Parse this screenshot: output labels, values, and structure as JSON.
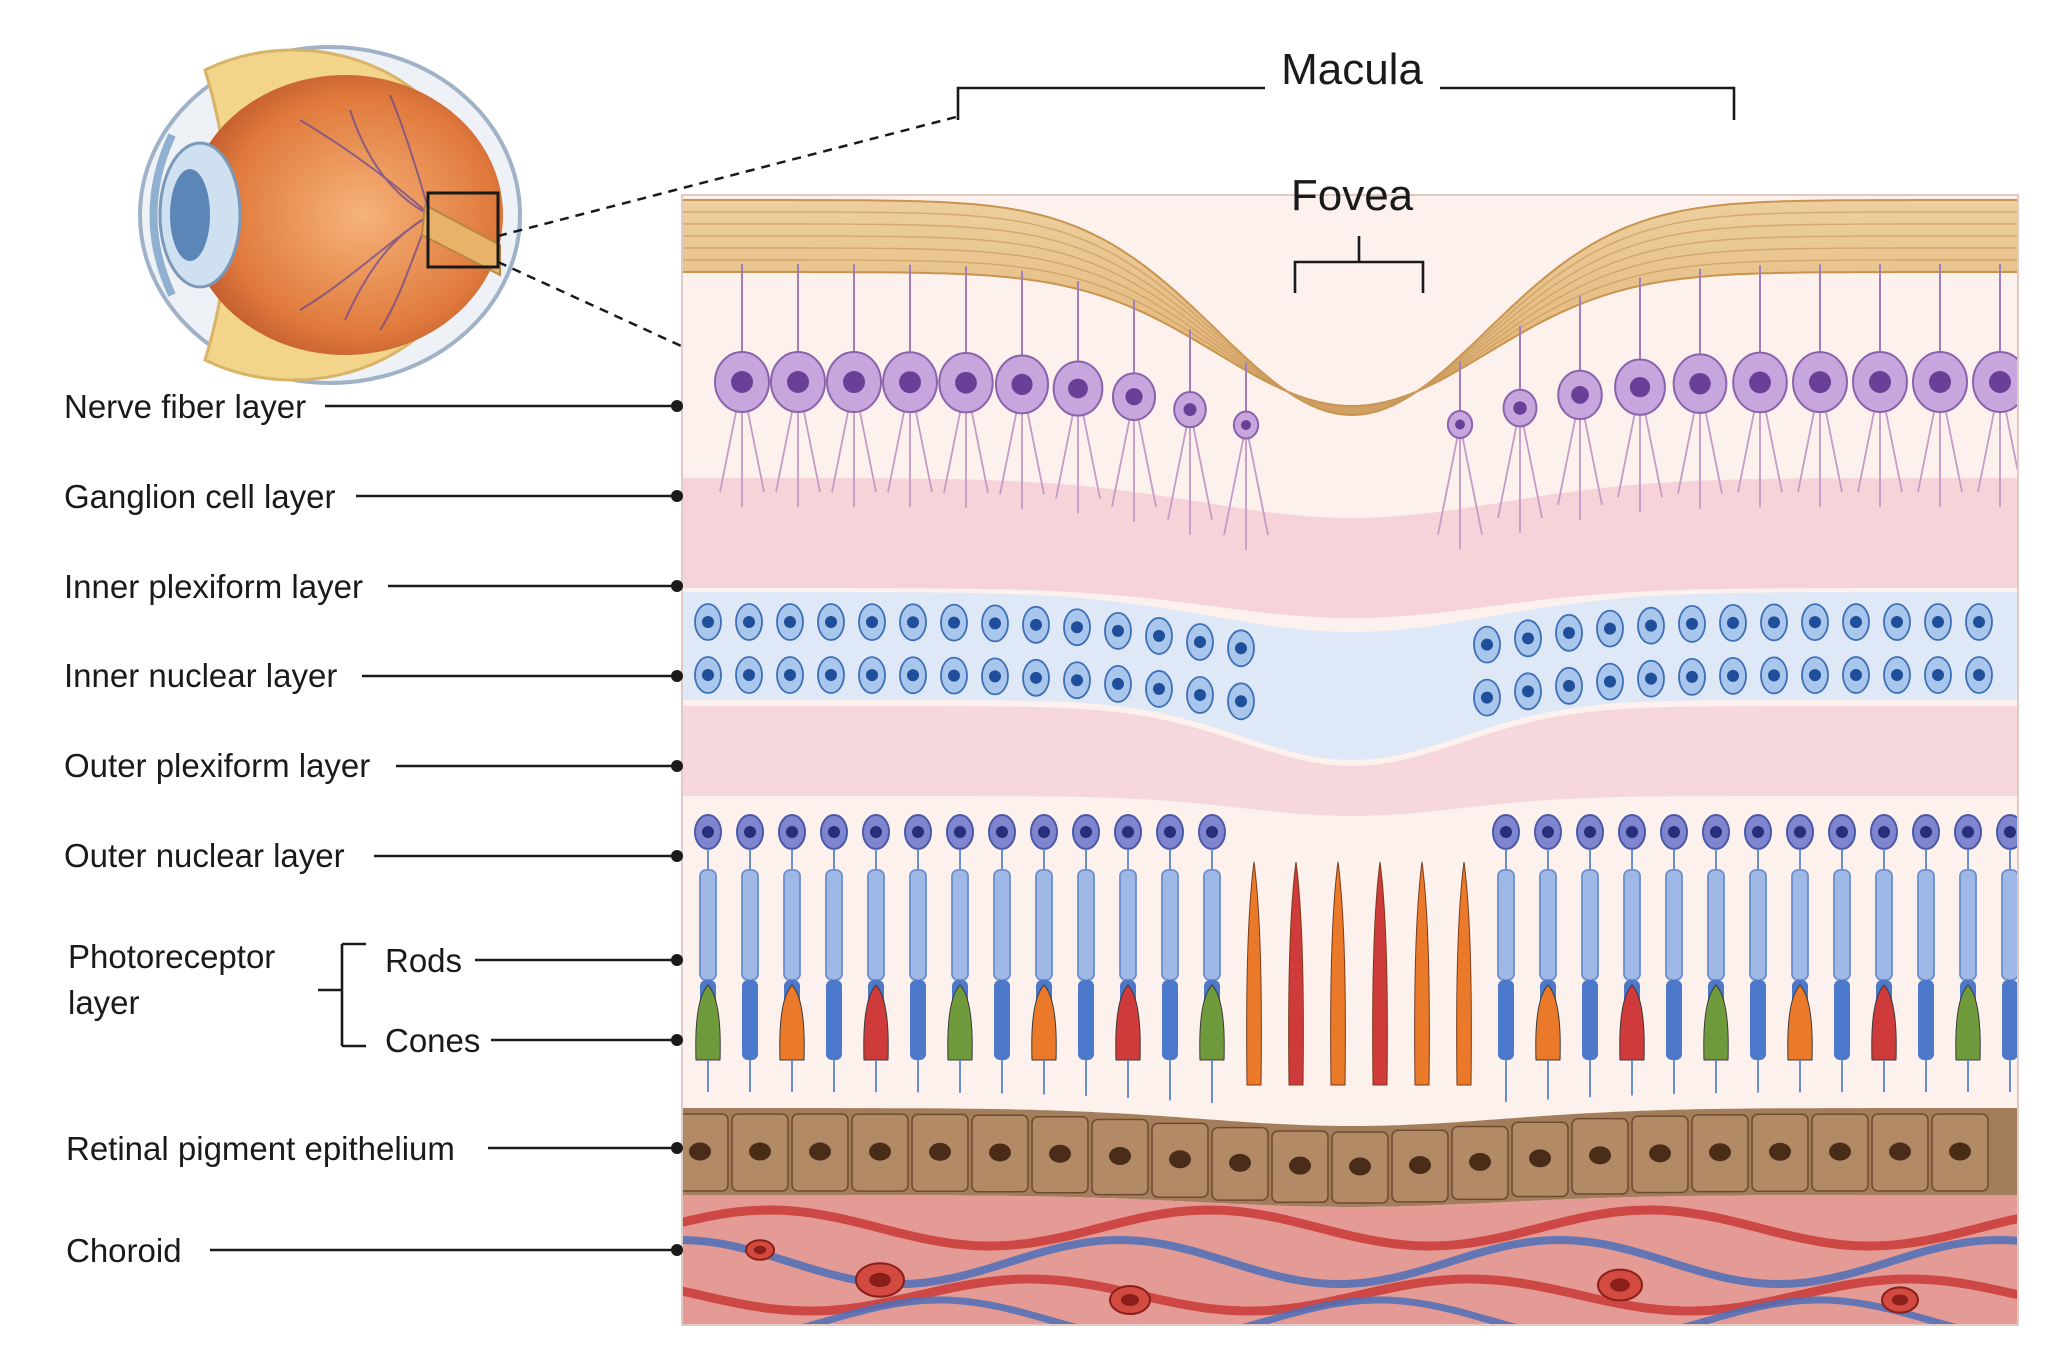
{
  "headings": {
    "macula": "Macula",
    "fovea": "Fovea"
  },
  "layers": [
    {
      "id": "nerve-fiber",
      "label": "Nerve fiber layer"
    },
    {
      "id": "ganglion-cell",
      "label": "Ganglion cell layer"
    },
    {
      "id": "inner-plexiform",
      "label": "Inner plexiform layer"
    },
    {
      "id": "inner-nuclear",
      "label": "Inner nuclear layer"
    },
    {
      "id": "outer-plexiform",
      "label": "Outer plexiform layer"
    },
    {
      "id": "outer-nuclear",
      "label": "Outer nuclear layer"
    },
    {
      "id": "retinal-pigment-epithelium",
      "label": "Retinal pigment epithelium"
    },
    {
      "id": "choroid",
      "label": "Choroid"
    }
  ],
  "photoreceptor": {
    "line1": "Photoreceptor",
    "line2": "layer",
    "rods": "Rods",
    "cones": "Cones"
  },
  "colors": {
    "nerve_fiber": "#e9c48a",
    "ganglion": "#a27cc0",
    "plexiform": "#d98aa6",
    "inner_nuclear": "#5b8fd4",
    "outer_nuclear": "#4a58a8",
    "rod": "#6a8fd0",
    "cone_green": "#6f9a3c",
    "cone_orange": "#ea7a2a",
    "cone_red": "#cf3a3a",
    "rpe": "#a47e5c",
    "choroid": "#e59b95",
    "artery": "#c93a36",
    "vein": "#4c6fb8"
  }
}
